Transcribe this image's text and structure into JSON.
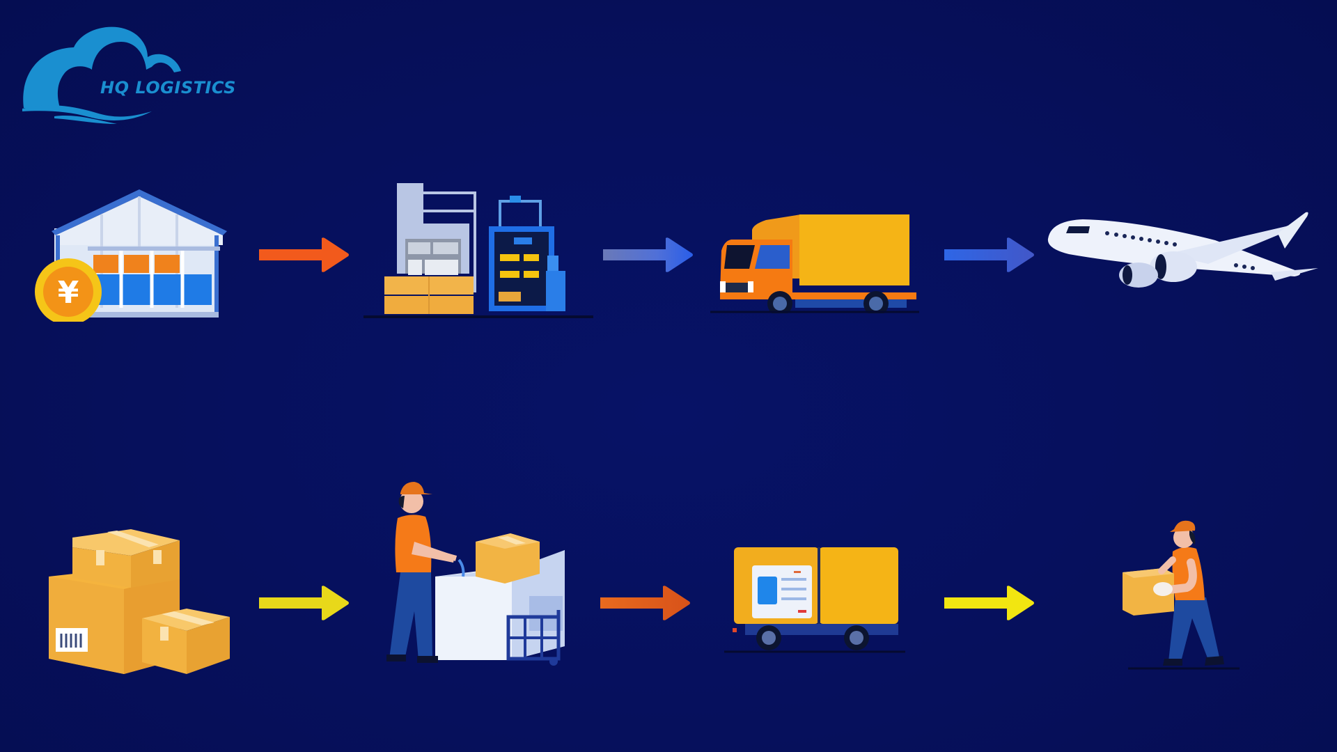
{
  "brand": {
    "name": "HQ LOGISTICS",
    "logo_icon": "cloud-wave-icon",
    "color": "#1a8fd0"
  },
  "background_color": "#06105c",
  "flow": {
    "rows": [
      {
        "steps": [
          {
            "id": "warehouse-payment",
            "icon": "warehouse-with-yen-coin-icon",
            "currency_symbol": "¥"
          },
          {
            "id": "warehouse-loading",
            "icon": "warehouse-forklift-boxes-icon"
          },
          {
            "id": "truck-transport",
            "icon": "delivery-truck-icon"
          },
          {
            "id": "air-freight",
            "icon": "airplane-icon"
          }
        ],
        "arrows": [
          {
            "color": "#f25a1c",
            "direction": "right"
          },
          {
            "color_start": "#6a79b8",
            "color_end": "#2a5ee8",
            "direction": "right"
          },
          {
            "color_start": "#2e66e6",
            "color_end": "#4257c8",
            "direction": "right"
          }
        ]
      },
      {
        "steps": [
          {
            "id": "packages",
            "icon": "stacked-boxes-icon"
          },
          {
            "id": "sorting",
            "icon": "worker-sorting-package-icon"
          },
          {
            "id": "van-delivery",
            "icon": "delivery-van-icon"
          },
          {
            "id": "handover",
            "icon": "courier-carrying-box-icon"
          }
        ],
        "arrows": [
          {
            "color": "#e8d81a",
            "direction": "right"
          },
          {
            "color_start": "#e86a1e",
            "color_end": "#d8521a",
            "direction": "right"
          },
          {
            "color": "#f2e611",
            "direction": "right"
          }
        ]
      }
    ]
  }
}
